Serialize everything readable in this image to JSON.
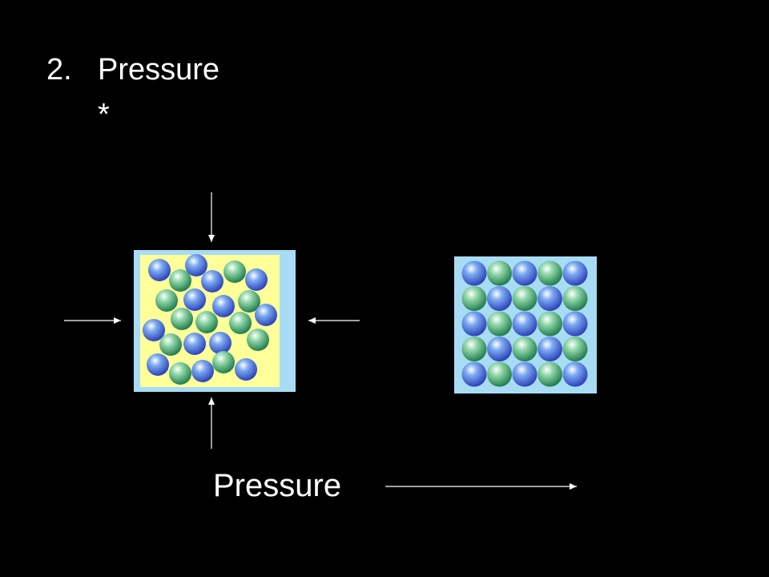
{
  "slide": {
    "list_number": "2.",
    "title": "Pressure",
    "bullet": "*",
    "bottom_label": "Pressure"
  },
  "colors": {
    "background": "#000000",
    "text": "#ffffff",
    "box_fill": "#ffff99",
    "box_border": "#a8dcf5",
    "blue_particle": "#3a5fd9",
    "green_particle": "#2ea060"
  },
  "loose_box": {
    "particles": [
      {
        "c": "blue"
      },
      {
        "c": "blue"
      },
      {
        "c": "green"
      },
      {
        "c": "green"
      },
      {
        "c": "blue"
      },
      {
        "c": "blue"
      },
      {
        "c": "green"
      },
      {
        "c": "blue"
      },
      {
        "c": "blue"
      },
      {
        "c": "green"
      },
      {
        "c": "blue"
      },
      {
        "c": "blue"
      },
      {
        "c": "green"
      },
      {
        "c": "green"
      },
      {
        "c": "green"
      },
      {
        "c": "blue"
      },
      {
        "c": "green"
      },
      {
        "c": "blue"
      },
      {
        "c": "green"
      },
      {
        "c": "green"
      },
      {
        "c": "blue"
      },
      {
        "c": "blue"
      },
      {
        "c": "green"
      },
      {
        "c": "blue"
      },
      {
        "c": "green"
      },
      {
        "c": "green"
      },
      {
        "c": "blue"
      }
    ]
  },
  "packed_box": {
    "rows": [
      [
        "blue",
        "green",
        "blue",
        "green",
        "blue"
      ],
      [
        "green",
        "blue",
        "green",
        "blue",
        "green"
      ],
      [
        "blue",
        "green",
        "blue",
        "green",
        "blue"
      ],
      [
        "green",
        "blue",
        "green",
        "blue",
        "green"
      ],
      [
        "blue",
        "green",
        "blue",
        "green",
        "blue"
      ]
    ]
  }
}
